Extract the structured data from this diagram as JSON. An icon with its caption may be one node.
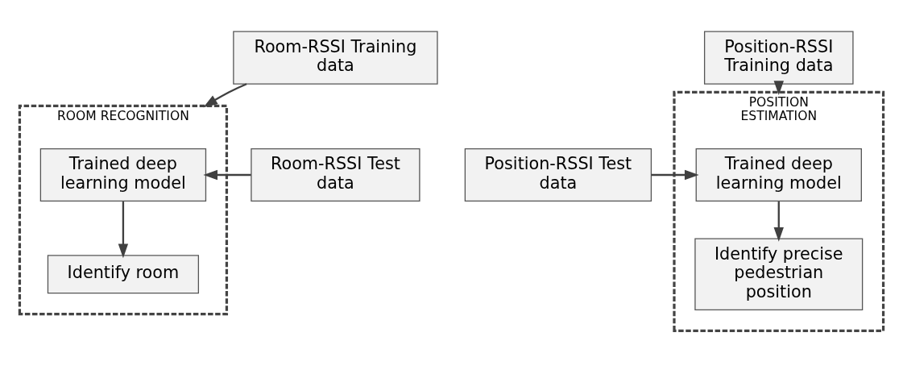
{
  "diagram": {
    "nodes": [
      {
        "text": [
          "Room-RSSI Training data"
        ]
      },
      {
        "text": [
          "Position-RSSI Training data"
        ]
      },
      {
        "text": [
          "ROOM RECOGNITION"
        ]
      },
      {
        "text": [
          "Room-RSSI Test data"
        ]
      },
      {
        "text": [
          "Trained deep learning model"
        ],
        "in": 2
      },
      {
        "text": [
          "Identify room"
        ],
        "in": 2
      },
      {
        "text": [
          "POSITION ESTIMATION"
        ]
      },
      {
        "text": [
          "Trained deep learning model"
        ],
        "in": 6
      },
      {
        "text": [
          "Identify precise pedestrian position"
        ],
        "in": 6
      },
      {
        "text": [
          "Position-RSSI Test data"
        ]
      }
    ],
    "edges": [
      {
        "from": 0,
        "to": 2,
        "arrow": "to"
      },
      {
        "from": 3,
        "to": 4,
        "arrow": "to"
      },
      {
        "from": 4,
        "to": 5,
        "arrow": "to"
      },
      {
        "from": 1,
        "to": 6,
        "arrow": "to"
      },
      {
        "from": 9,
        "to": 7,
        "arrow": "to"
      },
      {
        "from": 7,
        "to": 8,
        "arrow": "to"
      }
    ]
  }
}
